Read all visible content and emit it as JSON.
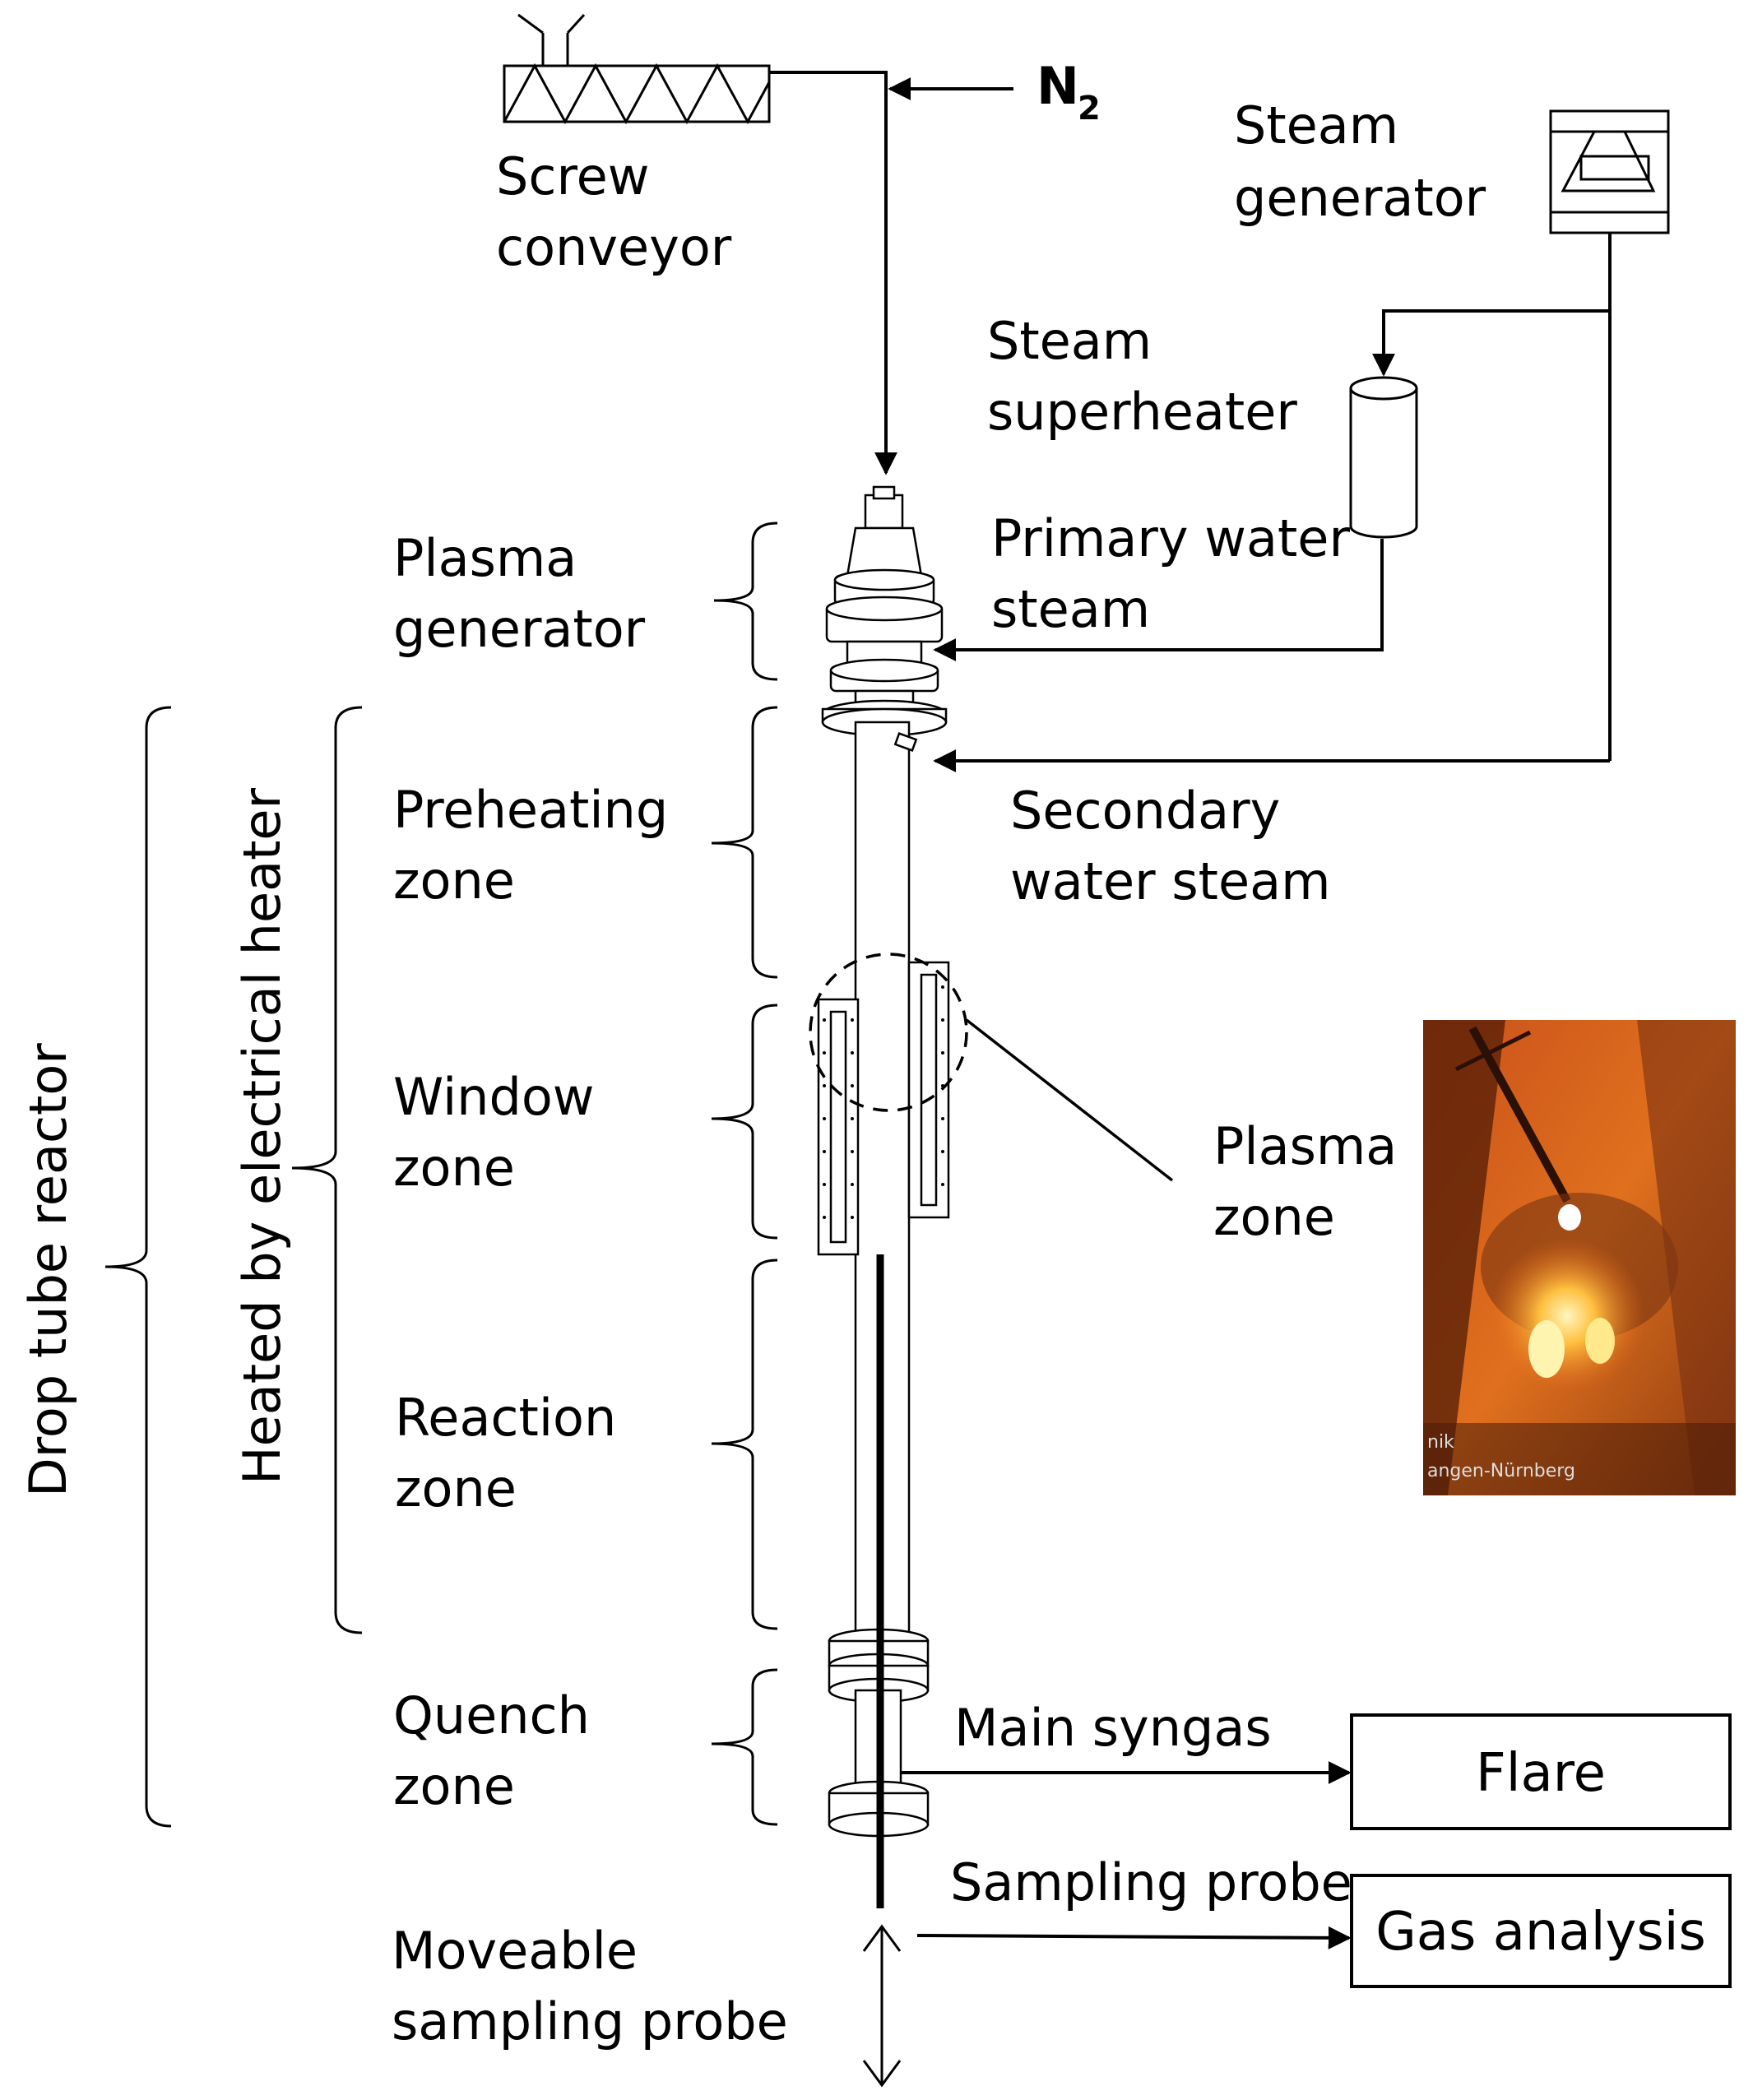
{
  "labels": {
    "n2": "N",
    "n2_sub": "2",
    "screw_conveyor": [
      "Screw",
      "conveyor"
    ],
    "steam_generator": [
      "Steam",
      "generator"
    ],
    "steam_superheater": [
      "Steam",
      "superheater"
    ],
    "primary_water_steam": [
      "Primary water",
      "steam"
    ],
    "secondary_water_steam": [
      "Secondary",
      "water steam"
    ],
    "plasma_zone": [
      "Plasma",
      "zone"
    ],
    "plasma_generator": [
      "Plasma",
      "generator"
    ],
    "preheating_zone": [
      "Preheating",
      "zone"
    ],
    "window_zone": [
      "Window",
      "zone"
    ],
    "reaction_zone": [
      "Reaction",
      "zone"
    ],
    "quench_zone": [
      "Quench",
      "zone"
    ],
    "moveable_sampling_probe": [
      "Moveable",
      "sampling probe"
    ],
    "main_syngas": "Main syngas",
    "sampling_probe": "Sampling probe",
    "drop_tube_reactor": "Drop tube reactor",
    "heated_by_electrical_heater": "Heated by electrical heater",
    "flare": "Flare",
    "gas_analysis": "Gas analysis",
    "photo_caption": [
      "nik",
      "angen-Nürnberg"
    ]
  },
  "colors": {
    "photo_dark": "#3a1a08",
    "photo_orange": "#e0661a",
    "photo_glow": "#ffd060"
  }
}
